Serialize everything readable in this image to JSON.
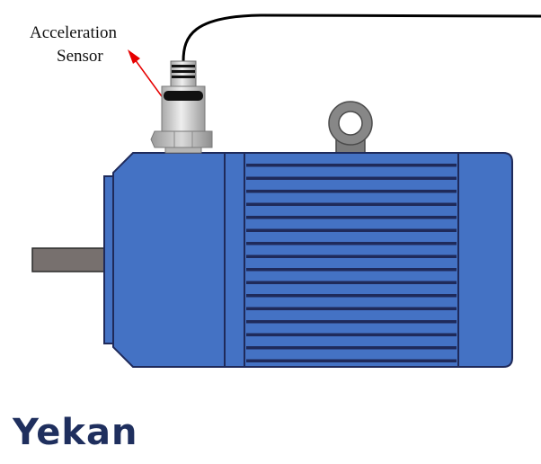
{
  "annotation": {
    "line1": "Acceleration",
    "line2": "Sensor",
    "arrow_color": "#e60000"
  },
  "logo": {
    "text": "Yekan",
    "color": "#1f2f5e"
  },
  "colors": {
    "motor_body": "#4472c4",
    "motor_outline": "#1f2a5a",
    "shaft": "#77706e",
    "sensor_metal": "#c8c8c8",
    "cable": "#000000"
  }
}
